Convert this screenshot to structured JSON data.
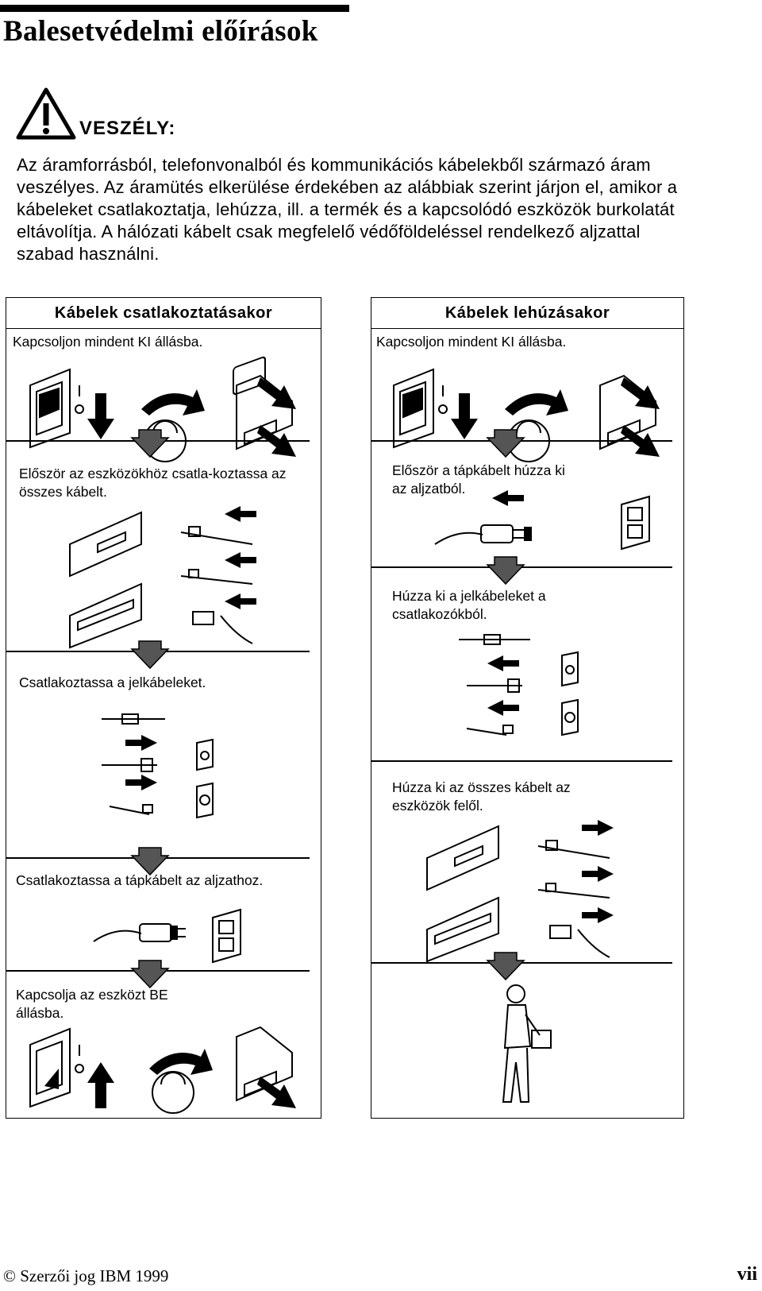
{
  "page": {
    "title": "Balesetvédelmi előírások",
    "danger_label": "VESZÉLY:",
    "danger_icon": "warning-triangle-icon",
    "danger_text": "Az áramforrásból, telefonvonalból és kommunikációs kábelekből származó áram veszélyes. Az áramütés elkerülése érdekében az alábbiak szerint járjon el, amikor a kábeleket csatlakoztatja, lehúzza, ill. a termék és a kapcsolódó eszközök burkolatát eltávolítja. A hálózati kábelt csak megfelelő védőföldeléssel rendelkező aljzattal szabad használni."
  },
  "connect_panel": {
    "title": "Kábelek csatlakoztatásakor",
    "steps": [
      "Kapcsoljon mindent KI állásba.",
      "Először az eszközökhöz csatla-koztassa az összes kábelt.",
      "Csatlakoztassa a jelkábeleket.",
      "Csatlakoztassa a tápkábelt az aljzathoz.",
      "Kapcsolja az eszközt BE állásba."
    ]
  },
  "disconnect_panel": {
    "title": "Kábelek lehúzásakor",
    "steps": [
      "Kapcsoljon mindent KI állásba.",
      "Először a tápkábelt húzza ki az aljzatból.",
      "Húzza ki a jelkábeleket a csatlakozókból.",
      "Húzza ki az összes kábelt az eszközök felől."
    ]
  },
  "footer": {
    "copyright": "© Szerzői jog IBM 1999",
    "page_number": "vii"
  }
}
